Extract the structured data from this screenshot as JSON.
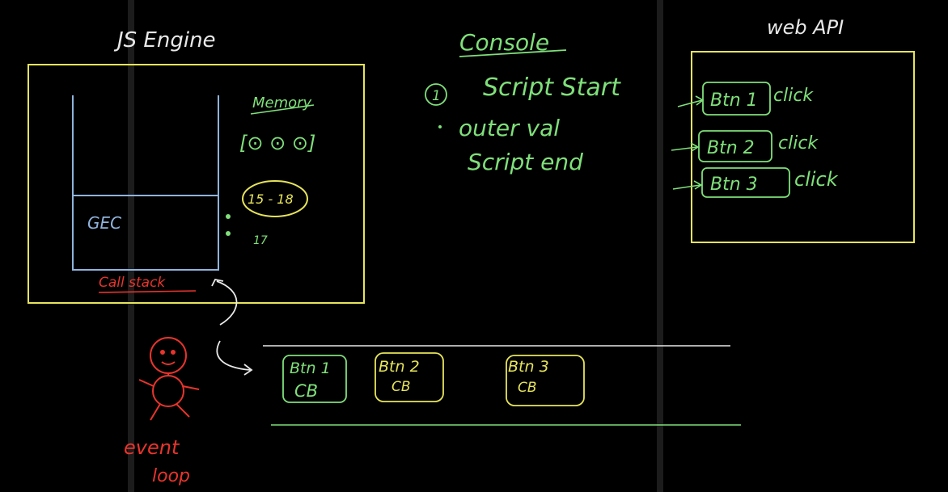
{
  "colors": {
    "background": "#000000",
    "engine_box": "#e6e45a",
    "stack": "#8fb3dc",
    "white_text": "#e8e8e8",
    "green": "#7fe07a",
    "yellow": "#e6e45a",
    "red": "#e8342c",
    "divider": "#2a2a2a"
  },
  "engine": {
    "title": "JS Engine",
    "memory_label": "Memory",
    "memory_items": "[⊙ ⊙ ⊙]",
    "scope_label": "15 - 18",
    "scope_note": "17",
    "gec_label": "GEC",
    "call_stack_label": "Call stack"
  },
  "console": {
    "title": "Console",
    "number": "1",
    "lines": [
      "Script Start",
      "outer val",
      "Script end"
    ]
  },
  "web_api": {
    "title": "web API",
    "buttons": [
      {
        "label": "Btn 1",
        "event": "click"
      },
      {
        "label": "Btn 2",
        "event": "click"
      },
      {
        "label": "Btn 3",
        "event": "click"
      }
    ]
  },
  "callback_queue": {
    "items": [
      {
        "line1": "Btn 1",
        "line2": "CB"
      },
      {
        "line1": "Btn 2",
        "line2": "CB"
      },
      {
        "line1": "Btn 3",
        "line2": "CB"
      }
    ]
  },
  "event_loop": {
    "line1": "event",
    "line2": "loop"
  }
}
